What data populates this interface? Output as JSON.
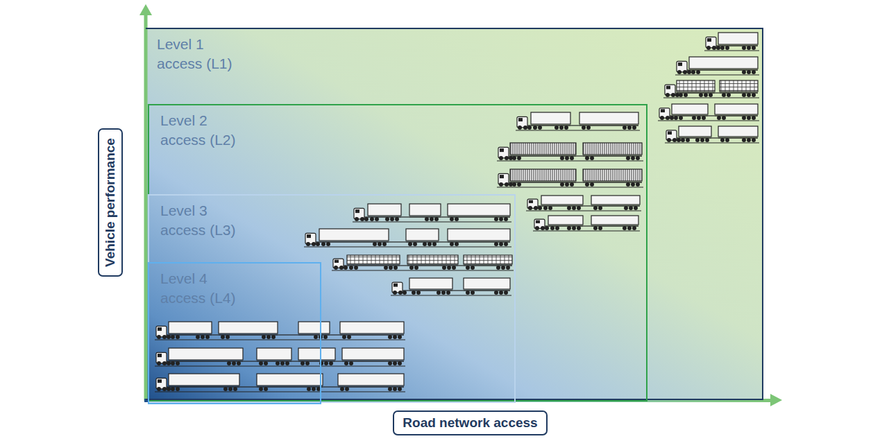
{
  "diagram": {
    "nodes": [
      {
        "text": [
          "Level 1 access (L1)"
        ]
      },
      {
        "text": [
          "Level 2 access (L2)"
        ],
        "in": 0
      },
      {
        "text": [
          "Level 3 access (L3)"
        ],
        "in": 1
      },
      {
        "text": [
          "Level 4 access (L4)"
        ],
        "in": 2
      },
      {
        "text": [
          "Vehicle performance"
        ]
      },
      {
        "text": [
          "Road network access"
        ]
      }
    ]
  }
}
